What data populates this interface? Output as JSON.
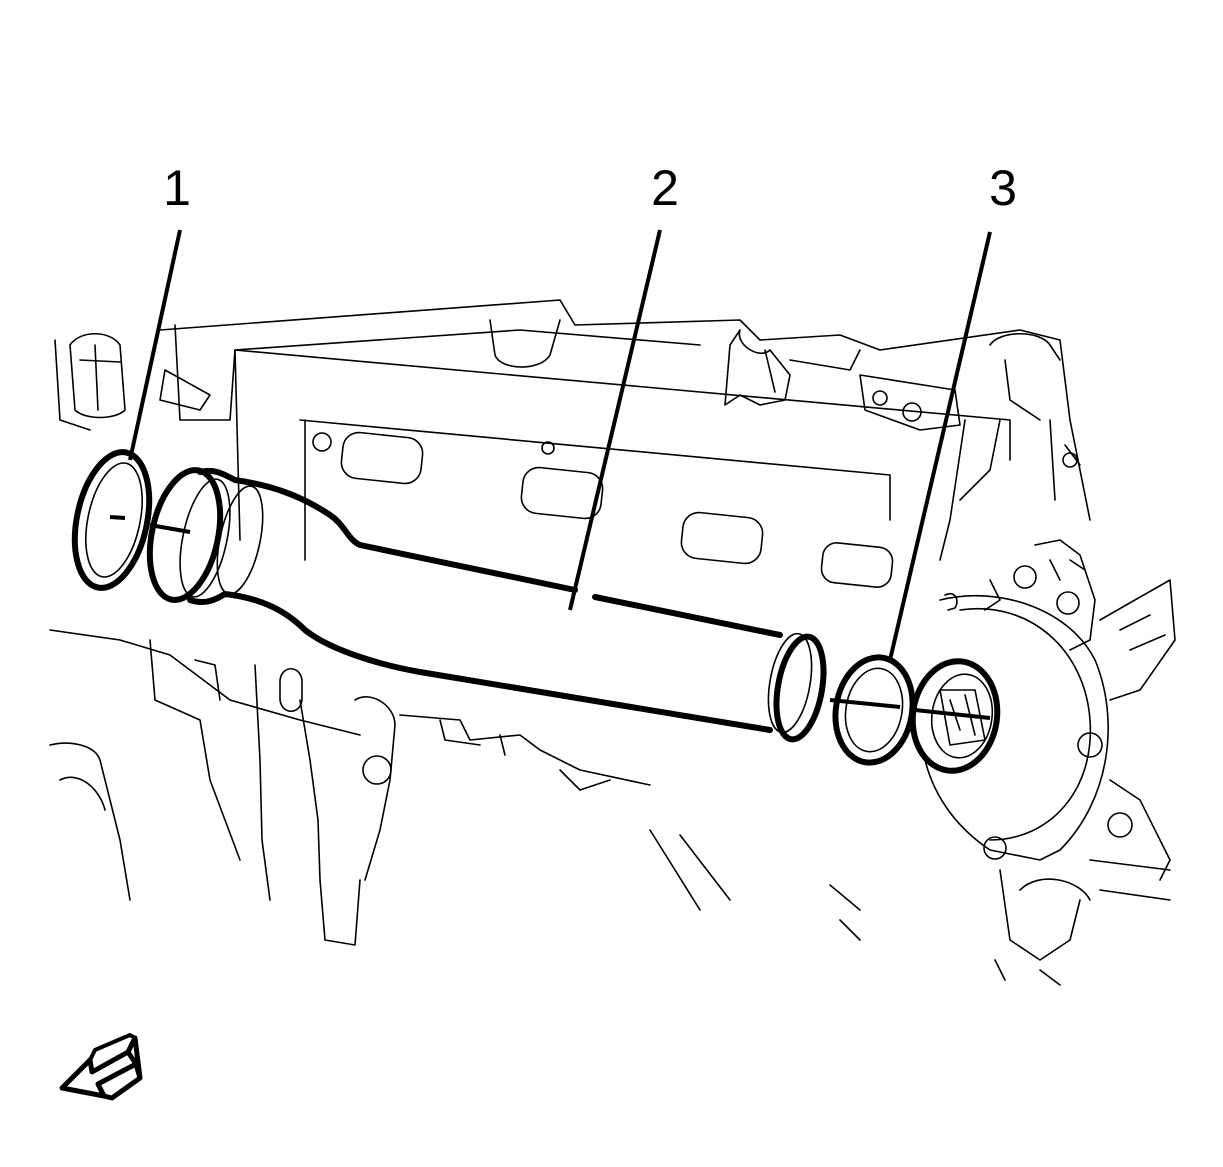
{
  "callouts": [
    {
      "id": "1",
      "label": "1",
      "part": "seal"
    },
    {
      "id": "2",
      "label": "2",
      "part": "pipe"
    },
    {
      "id": "3",
      "label": "3",
      "part": "seal"
    }
  ],
  "orientation_arrow": {
    "icon": "direction-arrow-icon"
  },
  "colors": {
    "line": "#000000",
    "background": "#ffffff"
  }
}
